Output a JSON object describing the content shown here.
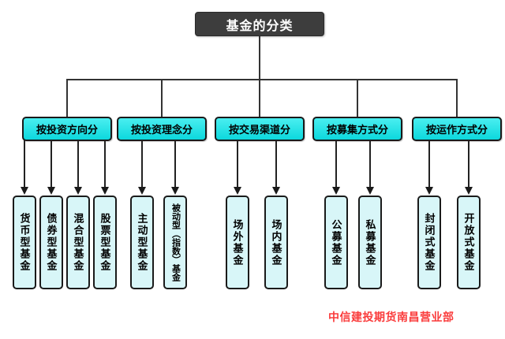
{
  "title": "基金的分类",
  "footer": {
    "text": "中信建投期货南昌营业部",
    "color": "#fa3b3b"
  },
  "colors": {
    "root_bg": "#3d3d3d",
    "root_text": "#ffffff",
    "category_bg": "#1ee4e8",
    "leaf_bg": "#d8f6f8",
    "line": "#333333",
    "footer_text": "#fa3b3b"
  },
  "categories": [
    {
      "label": "按投资方向分",
      "children": [
        "货币型基金",
        "债券型基金",
        "混合型基金",
        "股票型基金"
      ]
    },
    {
      "label": "按投资理念分",
      "children": [
        "主动型基金",
        "被动型（指数）基金"
      ]
    },
    {
      "label": "按交易渠道分",
      "children": [
        "场外基金",
        "场内基金"
      ]
    },
    {
      "label": "按募集方式分",
      "children": [
        "公募基金",
        "私募基金"
      ]
    },
    {
      "label": "按运作方式分",
      "children": [
        "封闭式基金",
        "开放式基金"
      ]
    }
  ]
}
